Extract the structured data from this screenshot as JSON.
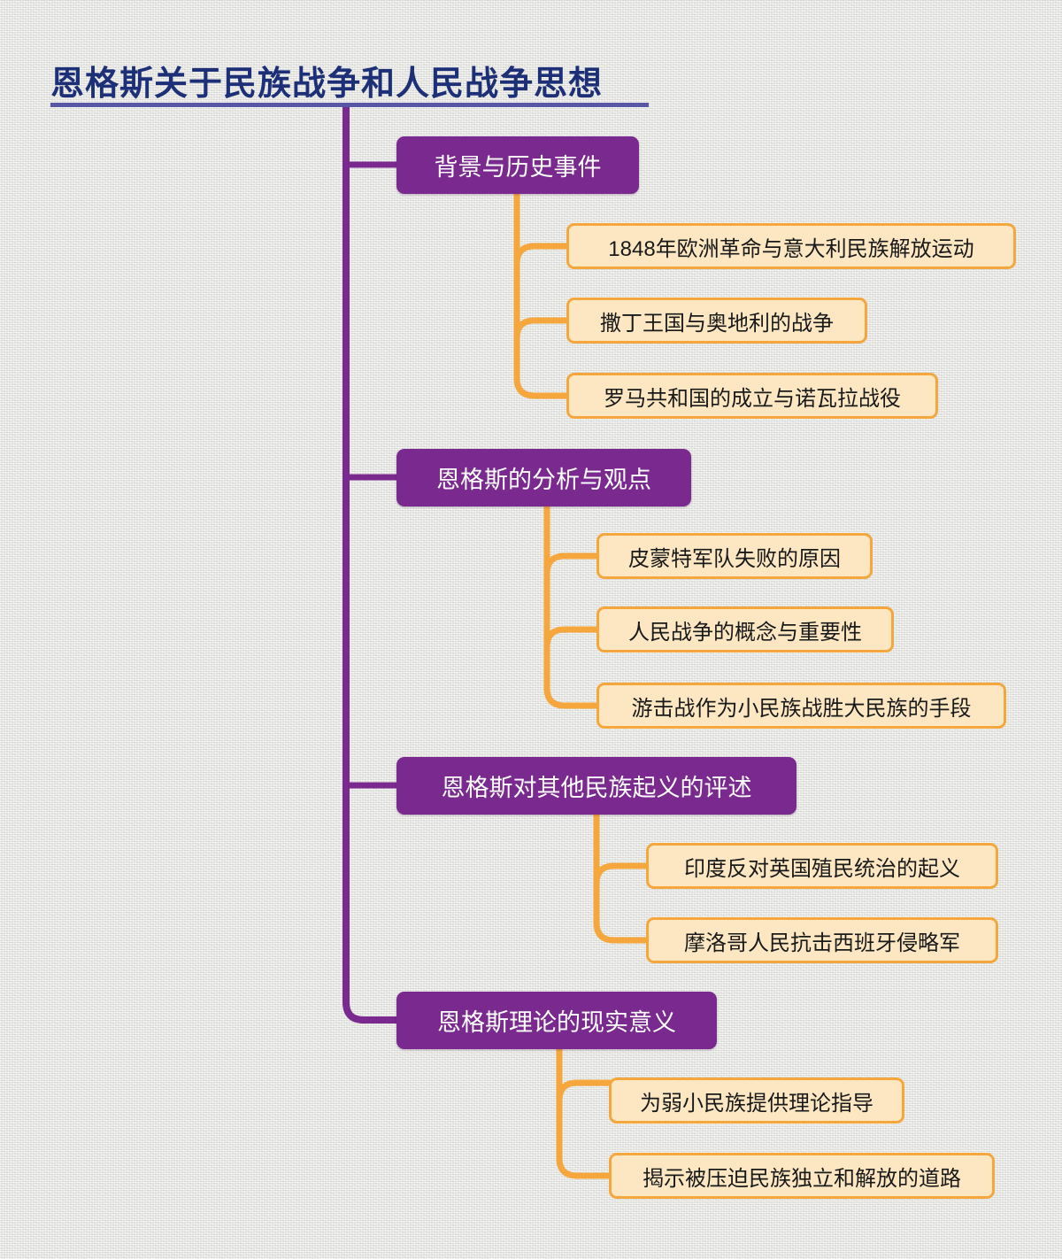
{
  "document": {
    "type": "mind-map",
    "title": "恩格斯关于民族战争和人民战争思想",
    "background_color": "#e9e9e6",
    "title_color": "#1c2f77",
    "title_underline_color": "#5757a6",
    "branch_color": "#7a2a8f",
    "branch_text_color": "#ffffff",
    "leaf_fill_color": "#fce7c2",
    "leaf_border_color": "#f5a63c",
    "leaf_text_color": "#19191a"
  },
  "mindmap": {
    "root": {
      "label": "恩格斯关于民族战争和人民战争思想"
    },
    "branches": [
      {
        "label": "背景与历史事件",
        "children": [
          {
            "label": "1848年欧洲革命与意大利民族解放运动"
          },
          {
            "label": "撒丁王国与奥地利的战争"
          },
          {
            "label": "罗马共和国的成立与诺瓦拉战役"
          }
        ]
      },
      {
        "label": "恩格斯的分析与观点",
        "children": [
          {
            "label": "皮蒙特军队失败的原因"
          },
          {
            "label": "人民战争的概念与重要性"
          },
          {
            "label": "游击战作为小民族战胜大民族的手段"
          }
        ]
      },
      {
        "label": "恩格斯对其他民族起义的评述",
        "children": [
          {
            "label": "印度反对英国殖民统治的起义"
          },
          {
            "label": "摩洛哥人民抗击西班牙侵略军"
          }
        ]
      },
      {
        "label": "恩格斯理论的现实意义",
        "children": [
          {
            "label": "为弱小民族提供理论指导"
          },
          {
            "label": "揭示被压迫民族独立和解放的道路"
          }
        ]
      }
    ]
  }
}
